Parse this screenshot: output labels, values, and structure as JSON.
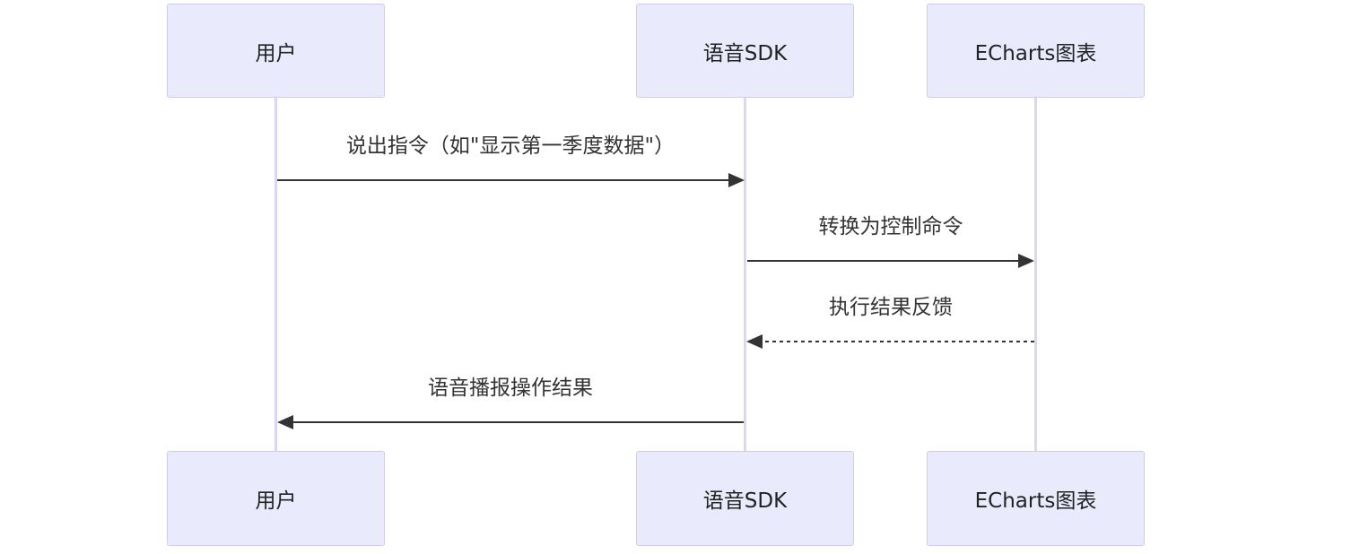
{
  "participants": [
    {
      "id": "user",
      "label": "用户"
    },
    {
      "id": "sdk",
      "label": "语音SDK"
    },
    {
      "id": "echarts",
      "label": "ECharts图表"
    }
  ],
  "messages": [
    {
      "from": "user",
      "to": "sdk",
      "label": "说出指令（如\"显示第一季度数据\"）",
      "style": "solid"
    },
    {
      "from": "sdk",
      "to": "echarts",
      "label": "转换为控制命令",
      "style": "solid"
    },
    {
      "from": "echarts",
      "to": "sdk",
      "label": "执行结果反馈",
      "style": "dashed"
    },
    {
      "from": "sdk",
      "to": "user",
      "label": "语音播报操作结果",
      "style": "solid"
    }
  ],
  "colors": {
    "actor_fill": "#eaeafd",
    "actor_border": "#cfcbee",
    "lifeline": "#ddd6f3",
    "arrow": "#333333"
  }
}
